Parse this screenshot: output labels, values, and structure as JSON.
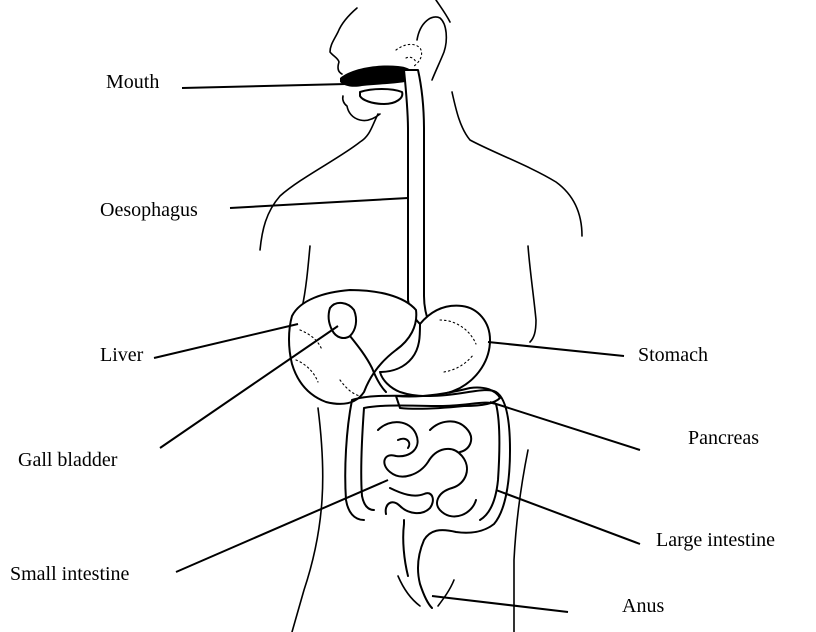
{
  "labels": {
    "mouth": "Mouth",
    "oesophagus": "Oesophagus",
    "liver": "Liver",
    "stomach": "Stomach",
    "gall_bladder": "Gall bladder",
    "pancreas": "Pancreas",
    "small_intestine": "Small intestine",
    "large_intestine": "Large intestine",
    "anus": "Anus"
  },
  "colors": {
    "ink": "#000000",
    "paper": "#ffffff"
  }
}
